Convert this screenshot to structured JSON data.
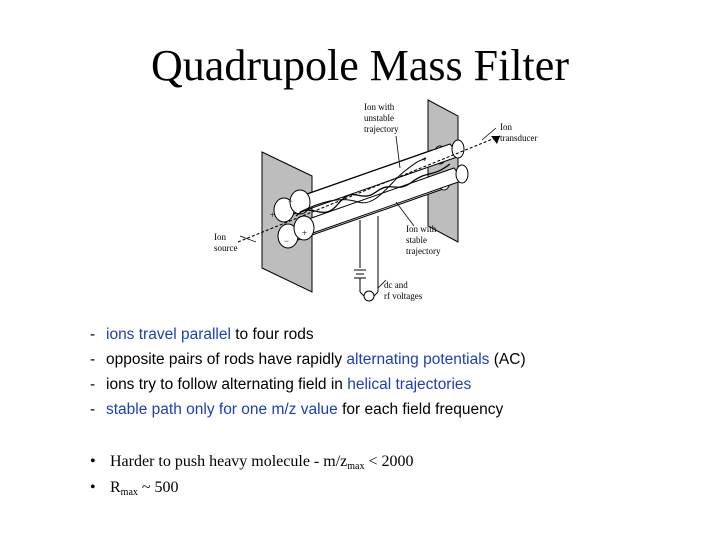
{
  "title": "Quadrupole Mass Filter",
  "diagram": {
    "labels": {
      "ion_unstable": [
        "Ion with",
        "unstable",
        "trajectory"
      ],
      "ion_transducer": [
        "Ion",
        "transducer"
      ],
      "ion_source": [
        "Ion",
        "source"
      ],
      "ion_stable": [
        "Ion with",
        "stable",
        "trajectory"
      ],
      "voltages": [
        "dc and",
        "rf voltages"
      ],
      "plus": "+",
      "minus": "−"
    }
  },
  "dash_bullets": [
    {
      "marker": "-",
      "parts": [
        {
          "text": "ions travel parallel",
          "blue": true
        },
        {
          "text": " to four rods",
          "blue": false
        }
      ]
    },
    {
      "marker": "-",
      "parts": [
        {
          "text": "opposite pairs of rods have rapidly ",
          "blue": false
        },
        {
          "text": "alternating potentials",
          "blue": true
        },
        {
          "text": " (AC)",
          "blue": false
        }
      ]
    },
    {
      "marker": "-",
      "parts": [
        {
          "text": "ions try to follow alternating field in ",
          "blue": false
        },
        {
          "text": "helical trajectories",
          "blue": true
        }
      ]
    },
    {
      "marker": "-",
      "parts": [
        {
          "text": "stable path only for one m/z value",
          "blue": true
        },
        {
          "text": " for each field frequency",
          "blue": false
        }
      ]
    }
  ],
  "dot_bullets": [
    {
      "marker": "•",
      "pre": "Harder to push heavy molecule - m/z",
      "sub": "max",
      "post": " < 2000"
    },
    {
      "marker": "•",
      "pre": "R",
      "sub": "max",
      "post": " ~ 500"
    }
  ]
}
